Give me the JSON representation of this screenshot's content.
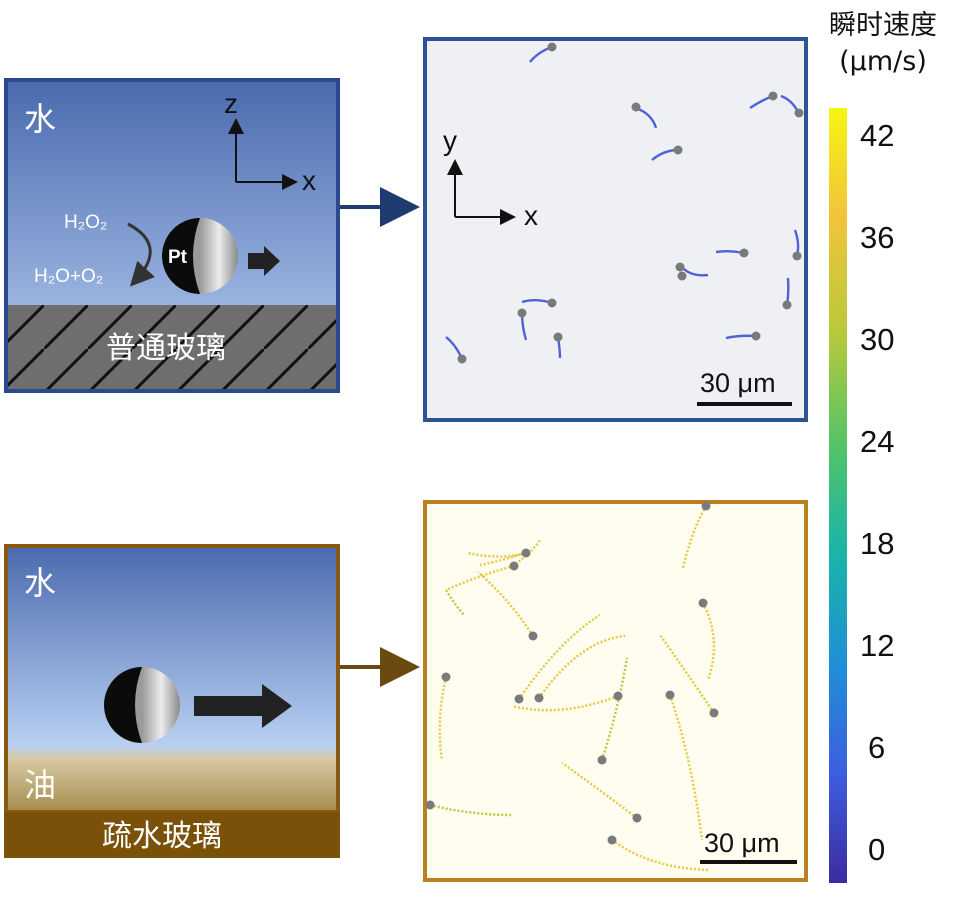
{
  "top_panel": {
    "medium_label": "水",
    "substrate_label": "普通玻璃",
    "axis_z": "z",
    "axis_x": "x",
    "reaction_reactant": "H₂O₂",
    "reaction_product": "H₂O+O₂",
    "catalyst_label": "Pt",
    "border_color": "#2a4a8c"
  },
  "bottom_panel": {
    "medium_label": "水",
    "oil_label": "油",
    "substrate_label": "疏水玻璃",
    "border_color": "#8a5a10"
  },
  "top_trajectory": {
    "axis_y": "y",
    "axis_x": "x",
    "scale_bar": "30 μm",
    "border_color": "#2e5394",
    "background": "#eef0f4"
  },
  "bottom_trajectory": {
    "scale_bar": "30 μm",
    "border_color": "#b8801f",
    "background": "#fffcf0"
  },
  "colorbar": {
    "title_line1": "瞬时速度",
    "title_line2": "(μm/s)",
    "ticks": [
      "42",
      "36",
      "30",
      "24",
      "18",
      "12",
      "6",
      "0"
    ],
    "colors": [
      "#f5f513",
      "#f2c43a",
      "#b8c93a",
      "#56c466",
      "#1ab5a6",
      "#1f8fd8",
      "#3e5de0",
      "#3b2ca0"
    ]
  }
}
